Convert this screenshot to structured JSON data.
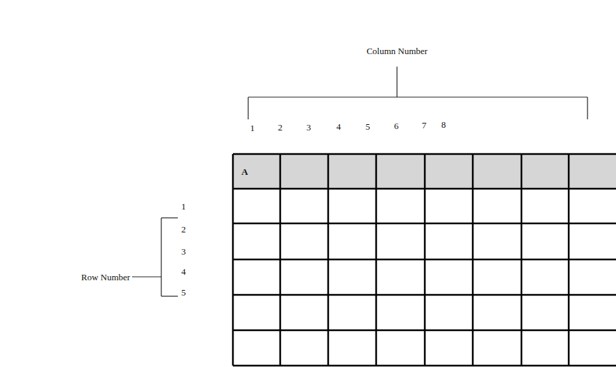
{
  "diagram": {
    "labels": [
      "Column Number",
      "1",
      "2",
      "3",
      "4",
      "5",
      "6",
      "7",
      "8",
      "A",
      "Row Number",
      "1",
      "2",
      "3",
      "4",
      "5"
    ]
  }
}
